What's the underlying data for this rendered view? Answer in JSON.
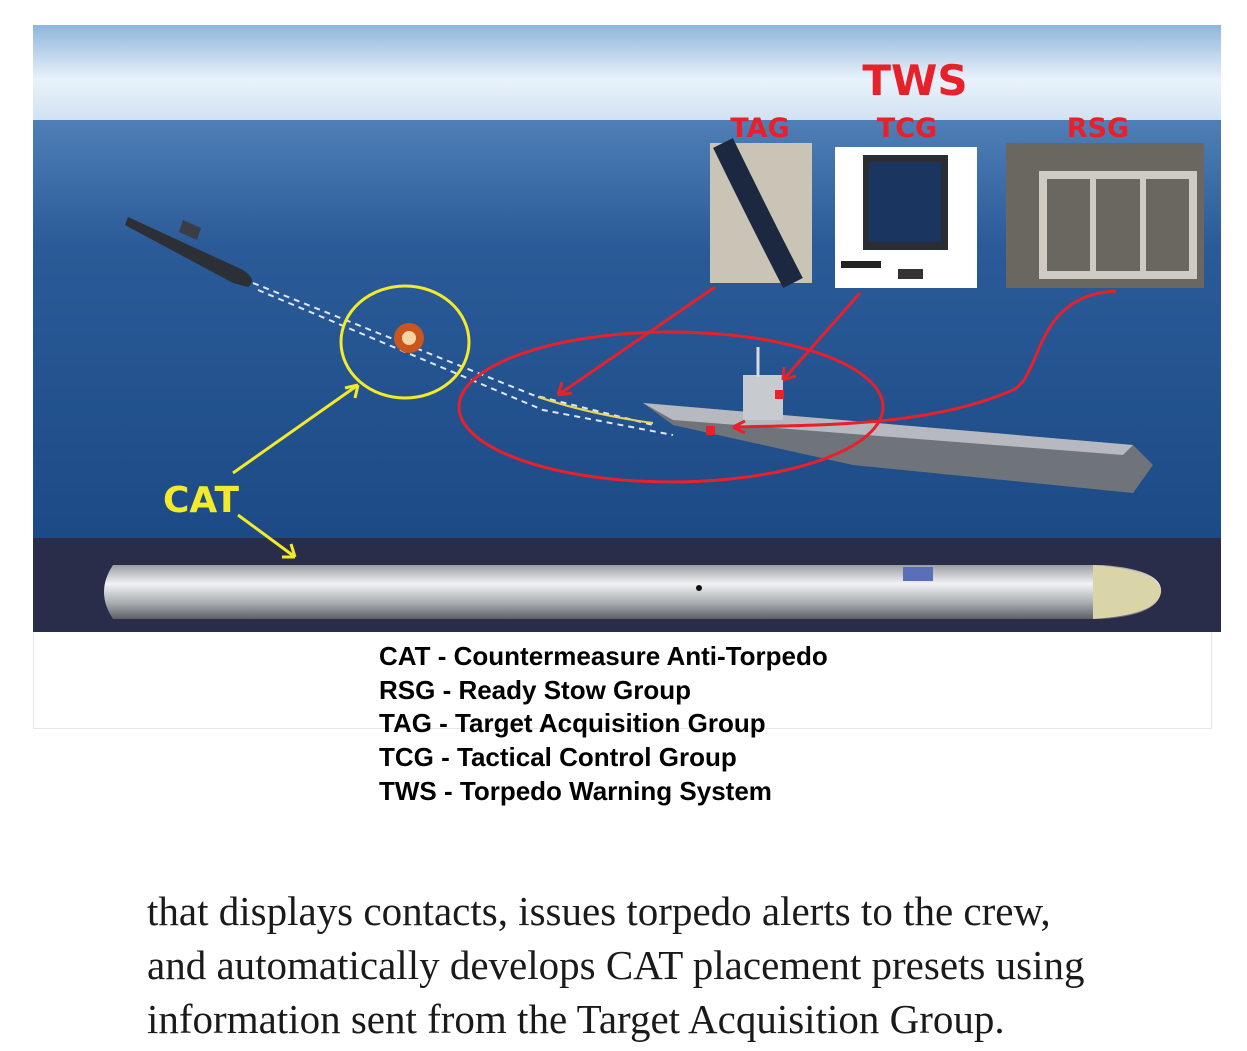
{
  "figure": {
    "title": "TWS",
    "thumbnails": [
      {
        "label": "TAG",
        "icon": "towed-array-photo"
      },
      {
        "label": "TCG",
        "icon": "monitor-console-photo"
      },
      {
        "label": "RSG",
        "icon": "stow-rack-photo"
      }
    ],
    "cat_label": "CAT",
    "colors": {
      "red": "#e8202a",
      "yellow": "#f2ea2a",
      "ocean": "#1f4f8e",
      "sky": "#dbe9f5"
    }
  },
  "legend": [
    "CAT - Countermeasure Anti-Torpedo",
    "RSG - Ready Stow Group",
    "TAG - Target Acquisition Group",
    "TCG - Tactical Control Group",
    "TWS - Torpedo Warning System"
  ],
  "paragraph": {
    "lines": [
      "that displays contacts, issues torpedo alerts to the crew,",
      "and automatically develops CAT placement presets using",
      "information sent from the Target Acquisition Group."
    ]
  }
}
